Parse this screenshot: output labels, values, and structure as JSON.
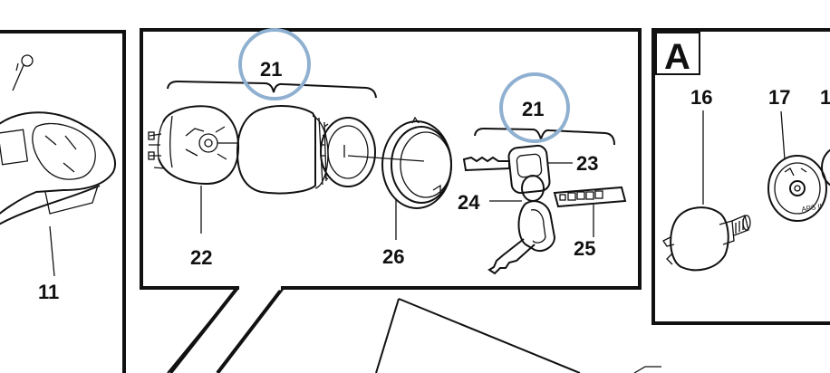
{
  "callouts": {
    "c11": "11",
    "c16": "16",
    "c17": "17",
    "c18": "1",
    "c21a": "21",
    "c21b": "21",
    "c22": "22",
    "c23": "23",
    "c24": "24",
    "c25": "25",
    "c26": "26"
  },
  "panel_letter": "A",
  "switch_marking": "APS II",
  "colors": {
    "ink": "#111111",
    "highlight_circle": "#8fb0d0",
    "background": "#ffffff"
  }
}
